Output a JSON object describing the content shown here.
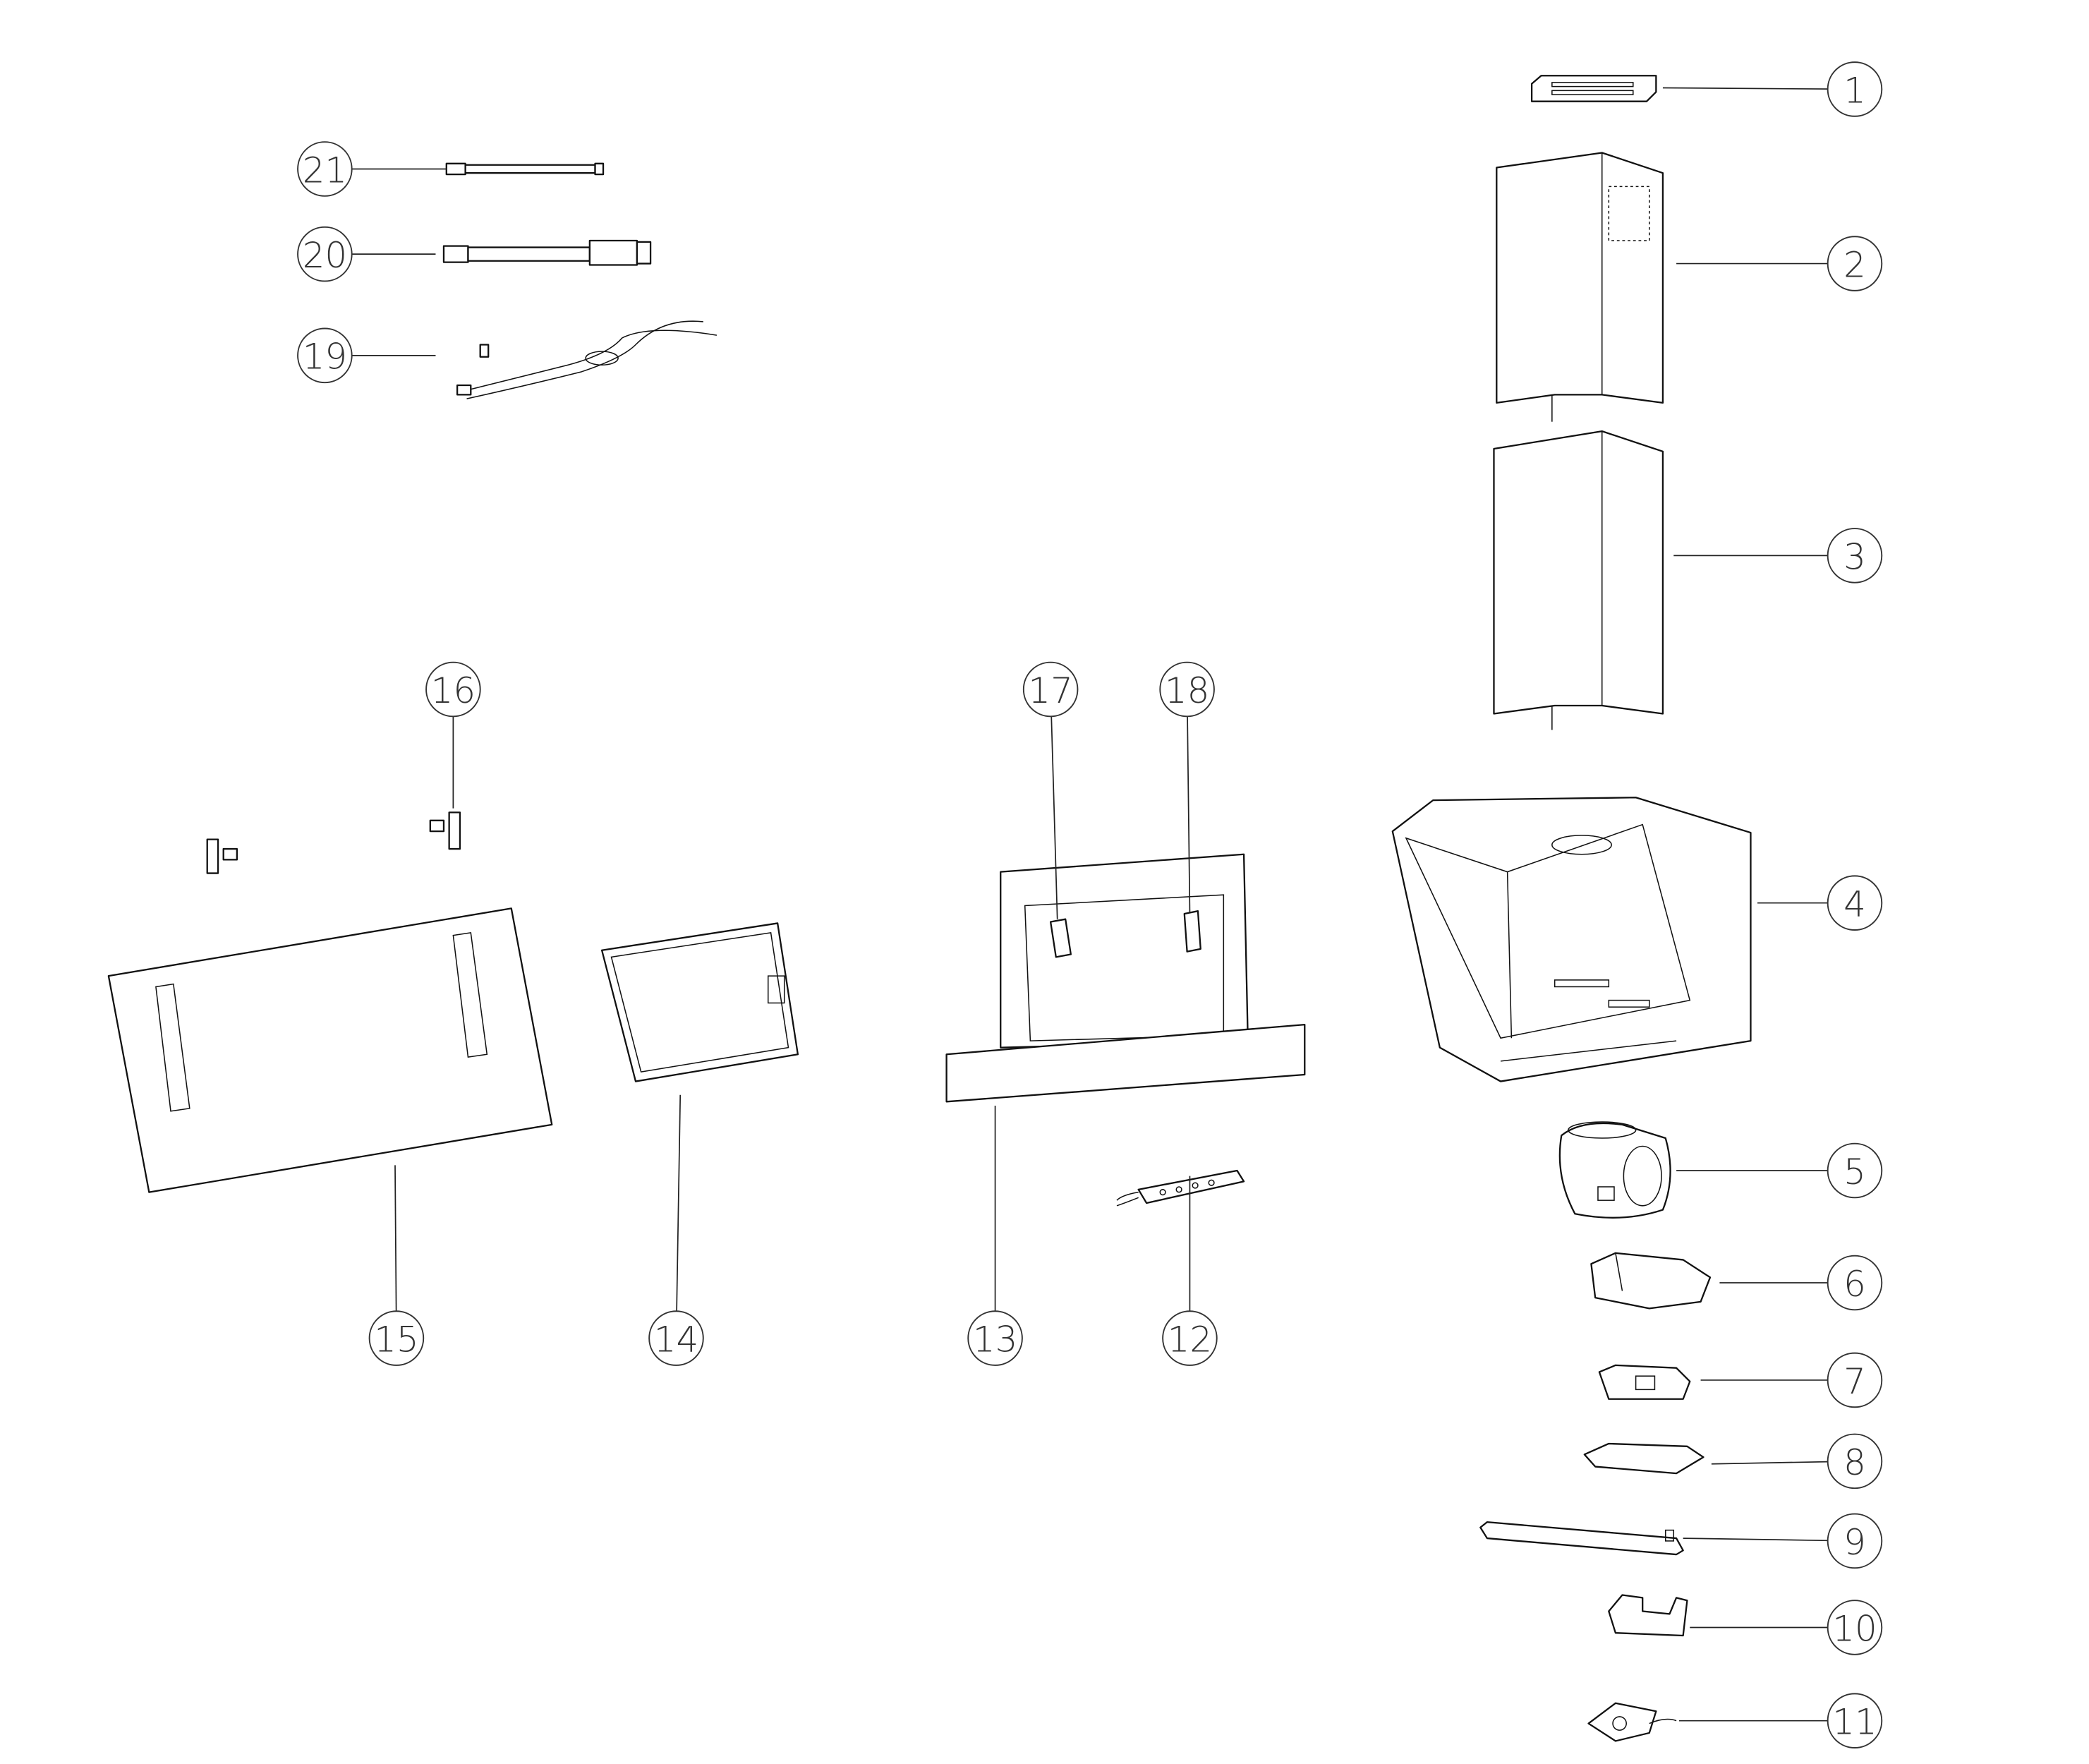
{
  "diagram": {
    "type": "exploded-parts-diagram",
    "callouts": [
      {
        "id": "1",
        "label": "1"
      },
      {
        "id": "2",
        "label": "2"
      },
      {
        "id": "3",
        "label": "3"
      },
      {
        "id": "4",
        "label": "4"
      },
      {
        "id": "5",
        "label": "5"
      },
      {
        "id": "6",
        "label": "6"
      },
      {
        "id": "7",
        "label": "7"
      },
      {
        "id": "8",
        "label": "8"
      },
      {
        "id": "9",
        "label": "9"
      },
      {
        "id": "10",
        "label": "10"
      },
      {
        "id": "11",
        "label": "11"
      },
      {
        "id": "12",
        "label": "12"
      },
      {
        "id": "13",
        "label": "13"
      },
      {
        "id": "14",
        "label": "14"
      },
      {
        "id": "15",
        "label": "15"
      },
      {
        "id": "16",
        "label": "16"
      },
      {
        "id": "17",
        "label": "17"
      },
      {
        "id": "18",
        "label": "18"
      },
      {
        "id": "19",
        "label": "19"
      },
      {
        "id": "20",
        "label": "20"
      },
      {
        "id": "21",
        "label": "21"
      }
    ]
  }
}
